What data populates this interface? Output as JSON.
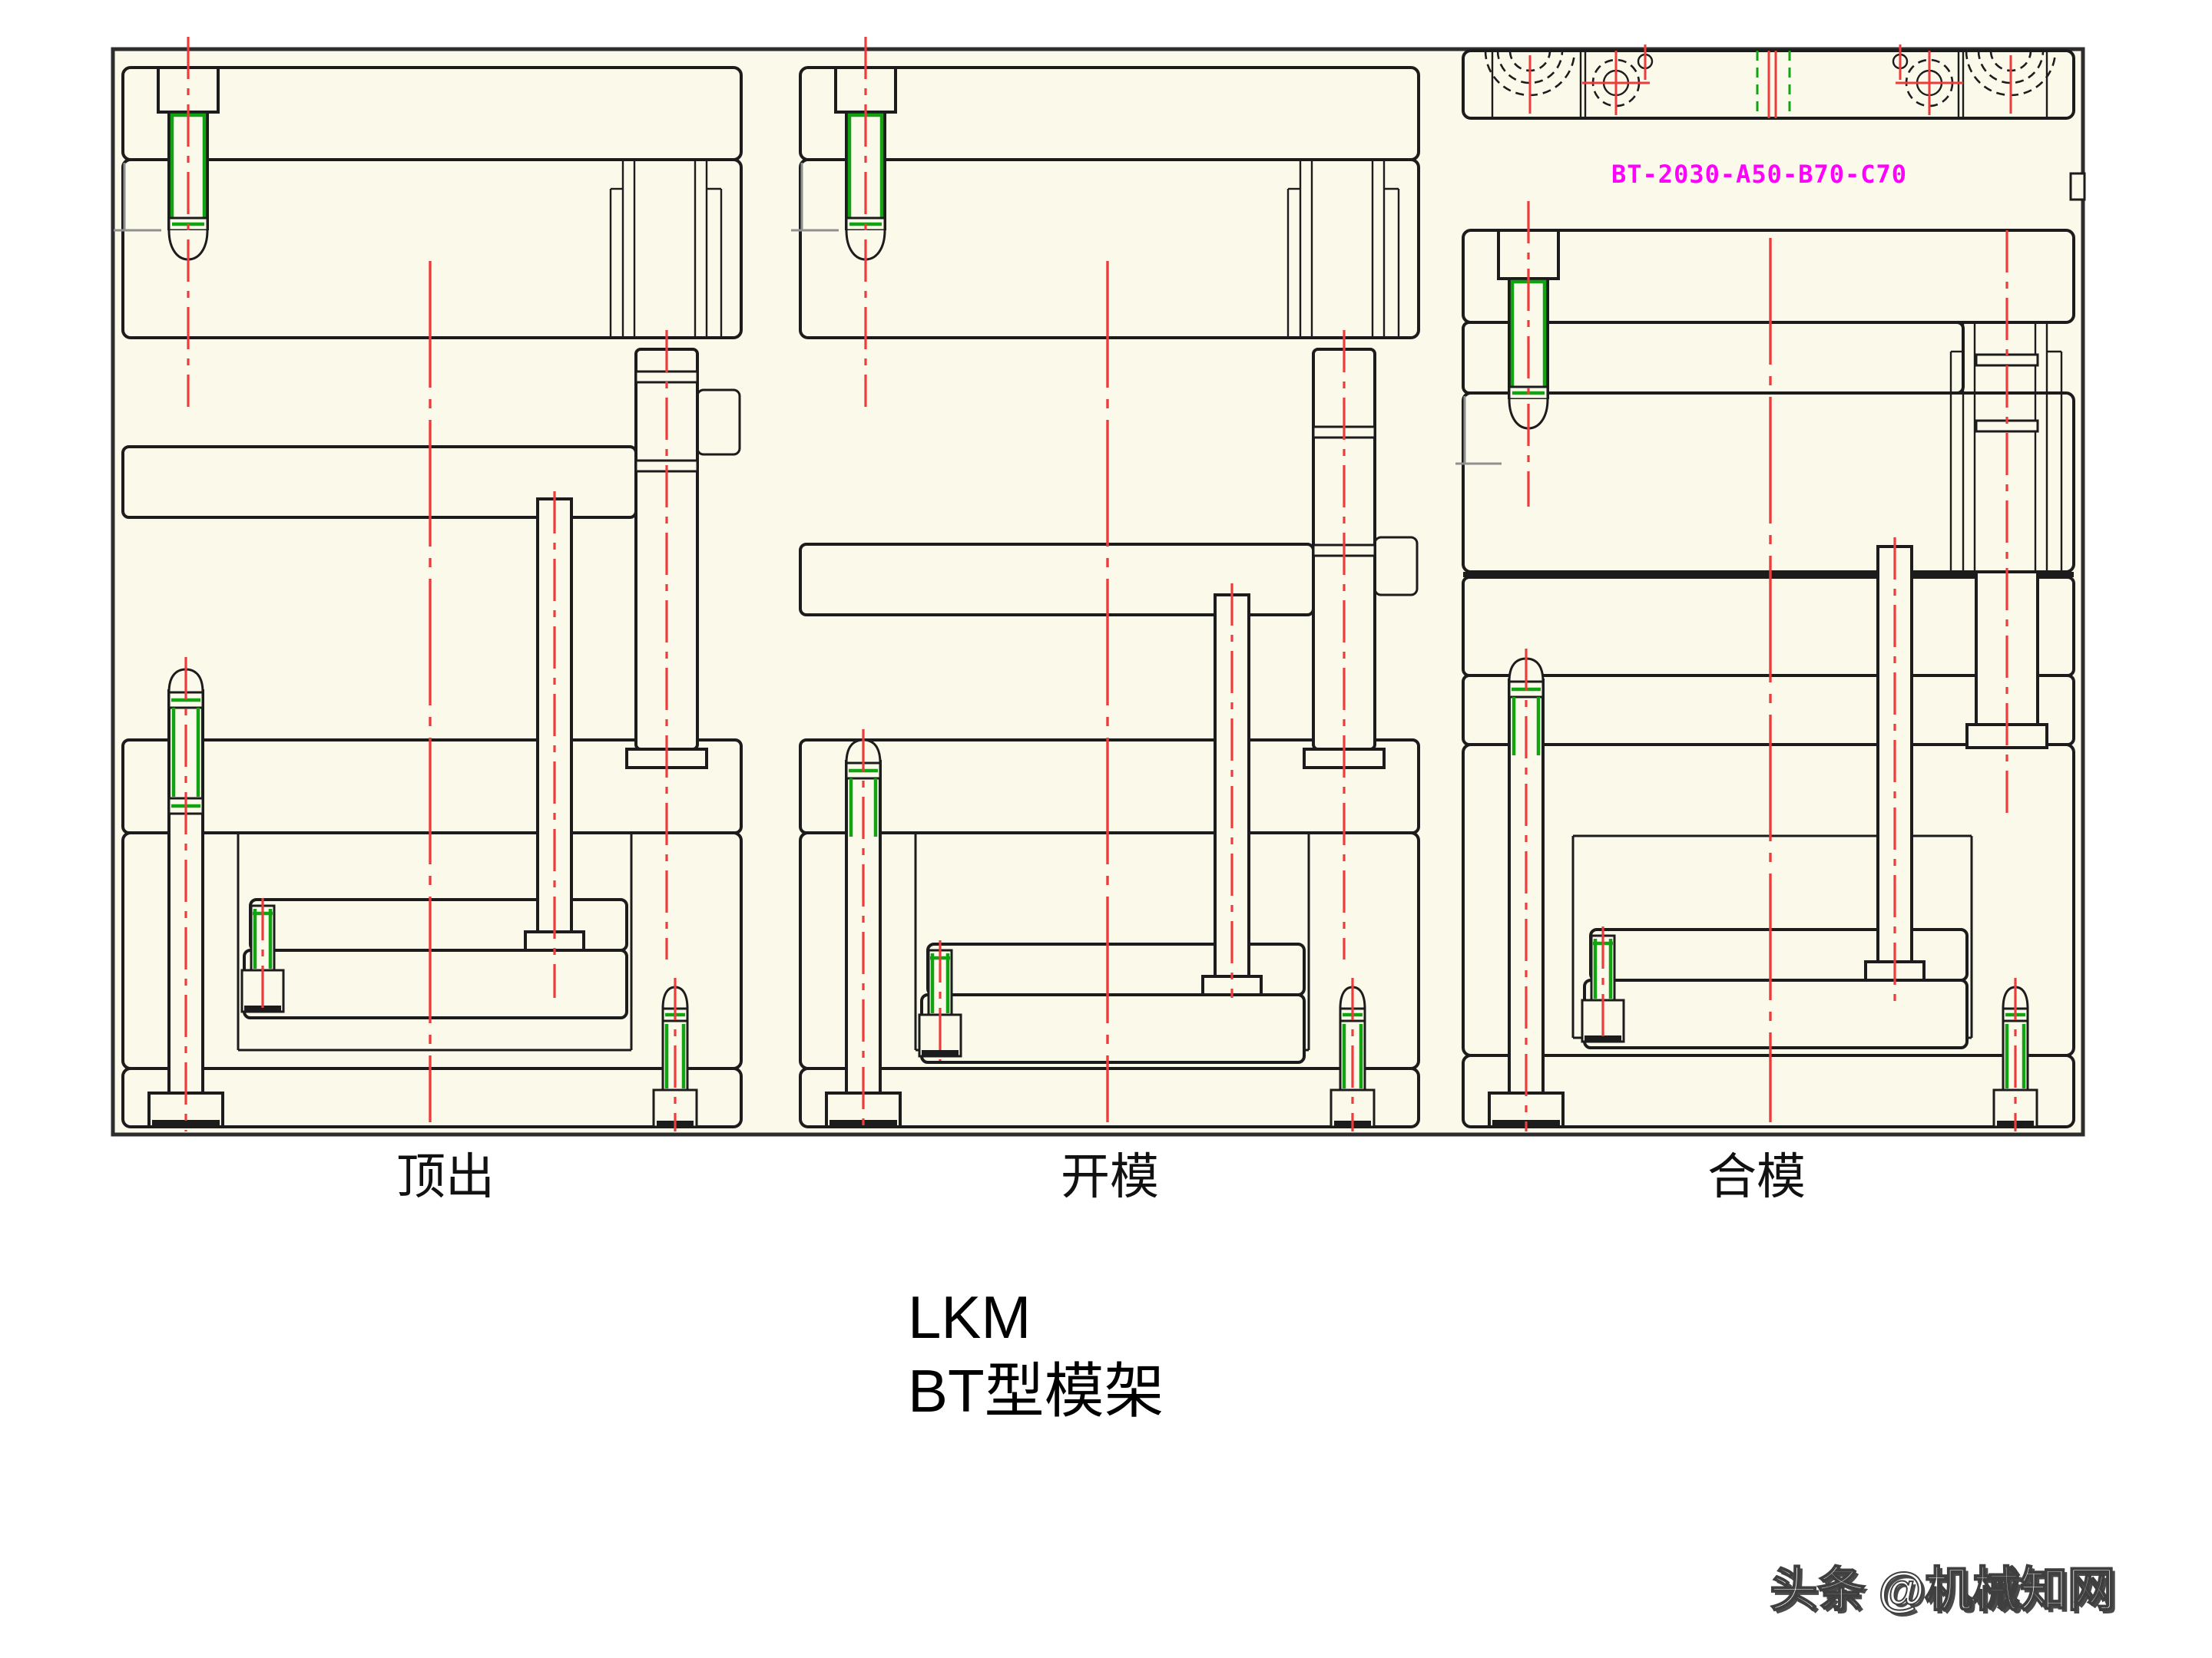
{
  "drawing": {
    "background_color": "#FAF9EA",
    "line_color": "#1C1C1C",
    "centerline_color": "#EE3C3C",
    "hardware_accent_color": "#12A312",
    "part_number": {
      "text": "BT-2030-A50-B70-C70",
      "color": "#FF00FF"
    },
    "states": [
      {
        "label": "顶出"
      },
      {
        "label": "开模"
      },
      {
        "label": "合模"
      }
    ]
  },
  "caption": {
    "line1": "LKM",
    "line2_prefix": "BT",
    "line2_suffix": "型模架"
  },
  "watermark": {
    "text": "头条 @机械知网"
  }
}
